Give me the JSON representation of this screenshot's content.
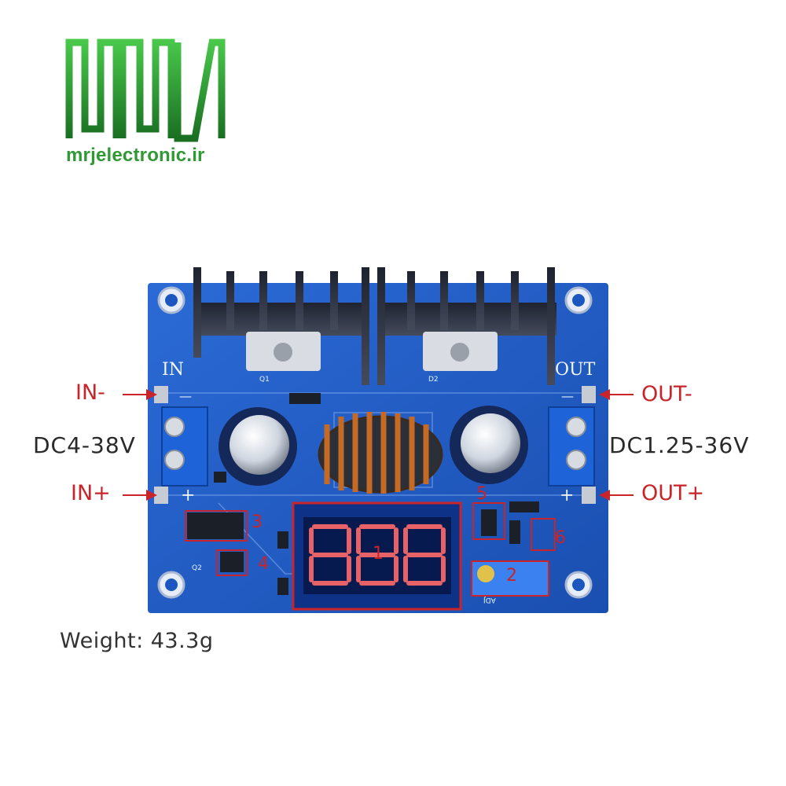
{
  "logo": {
    "site": "mrjelectronic.ir",
    "brand_color": "#2f9a34"
  },
  "board": {
    "silk_in": "IN",
    "silk_out": "OUT",
    "silk_minus_left": "—",
    "silk_minus_right": "—",
    "silk_plus_left": "+",
    "silk_plus_right": "+",
    "q1": "Q1",
    "d2": "D2",
    "q2": "Q2",
    "adj": "ADJ",
    "markers": [
      "1",
      "2",
      "3",
      "4",
      "5",
      "6"
    ],
    "pcb_color": "#1f5bc4"
  },
  "labels": {
    "in_minus": "IN-",
    "in_plus": "IN+",
    "out_minus": "OUT-",
    "out_plus": "OUT+",
    "dc_in": "DC4-38V",
    "dc_out": "DC1.25-36V",
    "annotation_color": "#c8242a"
  },
  "footer": {
    "weight": "Weight: 43.3g"
  }
}
